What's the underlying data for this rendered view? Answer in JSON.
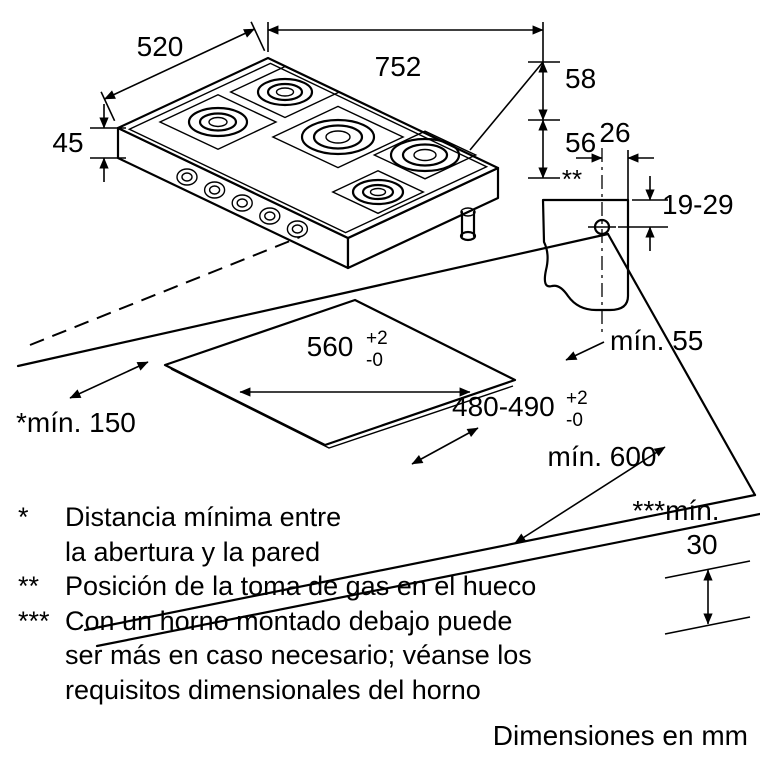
{
  "document": {
    "units_note": "Dimensiones en mm"
  },
  "labels": {
    "width_752": "752",
    "depth_520": "520",
    "height_45": "45",
    "gas_58": "58",
    "gas_56": "56",
    "gas_26": "26",
    "gas_19_29": "19-29",
    "gas_marker": "**",
    "cutout_560": "560",
    "tol_plus": "+2",
    "tol_minus": "-0",
    "cutout_480_490": "480-490",
    "min_55": "mín. 55",
    "min_150": "*mín. 150",
    "min_600": "mín. 600",
    "min_30_label": "***mín.",
    "min_30_value": "30"
  },
  "footnotes": [
    {
      "marker": "*",
      "lines": [
        "Distancia mínima entre",
        "la abertura y la pared"
      ]
    },
    {
      "marker": "**",
      "lines": [
        "Posición de la toma de gas en el hueco"
      ]
    },
    {
      "marker": "***",
      "lines": [
        "Con un horno montado debajo puede",
        "ser más en caso necesario; véanse los",
        "requisitos dimensionales del horno"
      ]
    }
  ],
  "colors": {
    "line": "#000000",
    "background": "#ffffff"
  }
}
